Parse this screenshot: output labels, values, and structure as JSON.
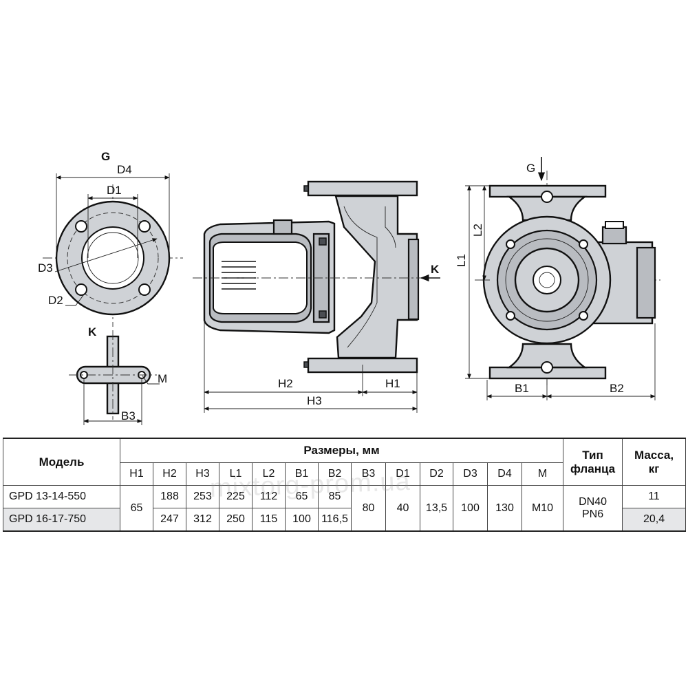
{
  "drawing": {
    "labels": {
      "G_left": "G",
      "D4": "D4",
      "D1": "D1",
      "D3": "D3",
      "D2": "D2",
      "K_left": "K",
      "M": "M",
      "B3": "B3",
      "H2": "H2",
      "H1": "H1",
      "H3": "H3",
      "K_mid": "K",
      "G_right": "G",
      "L2": "L2",
      "L1": "L1",
      "B1": "B1",
      "B2": "B2"
    }
  },
  "table": {
    "model_header": "Модель",
    "dims_header": "Размеры, мм",
    "flange_header_1": "Тип",
    "flange_header_2": "фланца",
    "mass_header_1": "Масса,",
    "mass_header_2": "кг",
    "columns": [
      "H1",
      "H2",
      "H3",
      "L1",
      "L2",
      "B1",
      "B2",
      "B3",
      "D1",
      "D2",
      "D3",
      "D4",
      "M"
    ],
    "rows": [
      {
        "model": "GPD 13-14-550",
        "H2": "188",
        "H3": "253",
        "L1": "225",
        "L2": "112",
        "B1": "65",
        "B2": "85",
        "mass": "11"
      },
      {
        "model": "GPD 16-17-750",
        "H2": "247",
        "H3": "312",
        "L1": "250",
        "L2": "115",
        "B1": "100",
        "B2": "116,5",
        "mass": "20,4"
      }
    ],
    "shared": {
      "H1": "65",
      "B3": "80",
      "D1": "40",
      "D2": "13,5",
      "D3": "100",
      "D4": "130",
      "M": "M10",
      "flange_1": "DN40",
      "flange_2": "PN6"
    }
  },
  "watermark": "mixtorg-prom.ua"
}
